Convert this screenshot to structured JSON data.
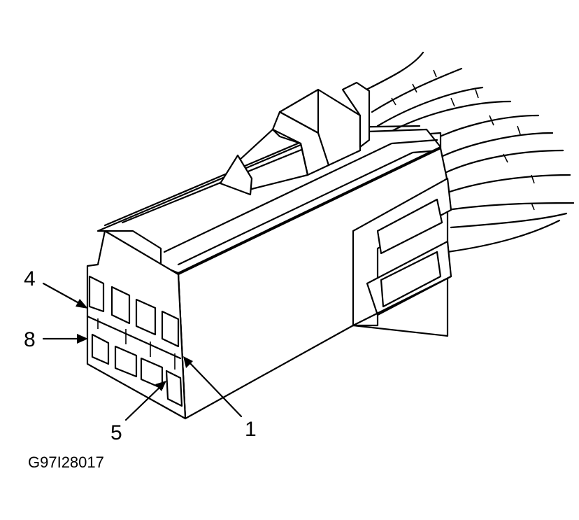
{
  "callouts": {
    "pin_4": "4",
    "pin_8": "8",
    "pin_5": "5",
    "pin_1": "1"
  },
  "figure_id": "G97I28017"
}
